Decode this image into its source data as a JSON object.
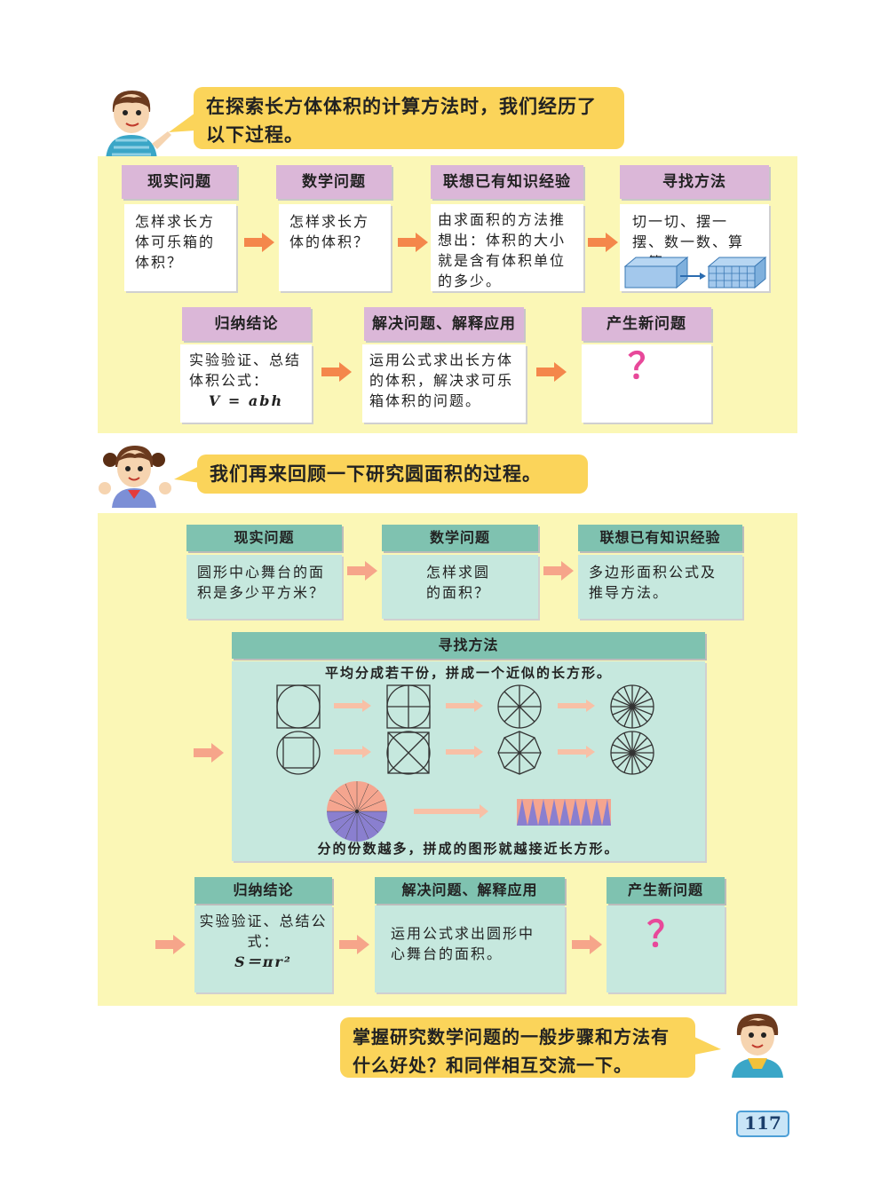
{
  "section1": {
    "bubble": "在探索长方体体积的计算方法时，我们经历了以下过程。",
    "steps": [
      {
        "title": "现实问题",
        "text": "怎样求长方体可乐箱的体积？"
      },
      {
        "title": "数学问题",
        "text": "怎样求长方体的体积？"
      },
      {
        "title": "联想已有知识经验",
        "text": "由求面积的方法推想出：体积的大小就是含有体积单位的多少。"
      },
      {
        "title": "寻找方法",
        "text": "切一切、摆一摆、数一数、算一算。"
      },
      {
        "title": "归纳结论",
        "text": "实验验证、总结体积公式：",
        "formula": "V = abh"
      },
      {
        "title": "解决问题、解释应用",
        "text": "运用公式求出长方体的体积，解决求可乐箱体积的问题。"
      },
      {
        "title": "产生新问题",
        "qmark": "？"
      }
    ]
  },
  "section2": {
    "bubble": "我们再来回顾一下研究圆面积的过程。",
    "steps": [
      {
        "title": "现实问题",
        "text": "圆形中心舞台的面积是多少平方米？"
      },
      {
        "title": "数学问题",
        "text": "怎样求圆的面积？"
      },
      {
        "title": "联想已有知识经验",
        "text": "多边形面积公式及推导方法。"
      }
    ],
    "method": {
      "title": "寻找方法",
      "top_text": "平均分成若干份，拼成一个近似的长方形。",
      "bottom_text": "分的份数越多，拼成的图形就越接近长方形。"
    },
    "steps2": [
      {
        "title": "归纳结论",
        "text": "实验验证、总结公式：",
        "formula": "S＝πr²"
      },
      {
        "title": "解决问题、解释应用",
        "text": "运用公式求出圆形中心舞台的面积。"
      },
      {
        "title": "产生新问题",
        "qmark": "？"
      }
    ]
  },
  "bottom_bubble": "掌握研究数学问题的一般步骤和方法有什么好处？和同伴相互交流一下。",
  "page_number": "117",
  "colors": {
    "bubble": "#fbd45a",
    "panel": "#fbf7b6",
    "header1": "#dbb7d8",
    "header2": "#7fc2b0",
    "box2": "#c6e8de",
    "arrow": "#f4874b",
    "qmark": "#e8489a"
  }
}
